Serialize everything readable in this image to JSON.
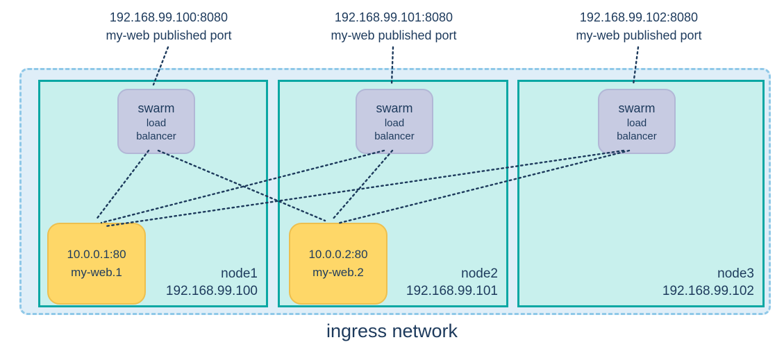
{
  "colors": {
    "ingress_bg": "#dfeef8",
    "ingress_border": "#8fc8e8",
    "node_bg": "#c8f0ed",
    "node_border": "#0ba7a3",
    "lb_bg": "#c7cbe2",
    "lb_border": "#b2b7d6",
    "task_bg": "#fed768",
    "task_border": "#edbf4e",
    "text": "#1d3a5c",
    "connector": "#1d3a5c"
  },
  "published_ports": [
    {
      "address": "192.168.99.100:8080",
      "caption": "my-web published port"
    },
    {
      "address": "192.168.99.101:8080",
      "caption": "my-web published port"
    },
    {
      "address": "192.168.99.102:8080",
      "caption": "my-web published port"
    }
  ],
  "nodes": [
    {
      "name": "node1",
      "ip": "192.168.99.100",
      "lb": {
        "line1": "swarm",
        "line2": "load",
        "line3": "balancer"
      },
      "task": {
        "address": "10.0.0.1:80",
        "name": "my-web.1"
      }
    },
    {
      "name": "node2",
      "ip": "192.168.99.101",
      "lb": {
        "line1": "swarm",
        "line2": "load",
        "line3": "balancer"
      },
      "task": {
        "address": "10.0.0.2:80",
        "name": "my-web.2"
      }
    },
    {
      "name": "node3",
      "ip": "192.168.99.102",
      "lb": {
        "line1": "swarm",
        "line2": "load",
        "line3": "balancer"
      }
    }
  ],
  "caption": "ingress network"
}
